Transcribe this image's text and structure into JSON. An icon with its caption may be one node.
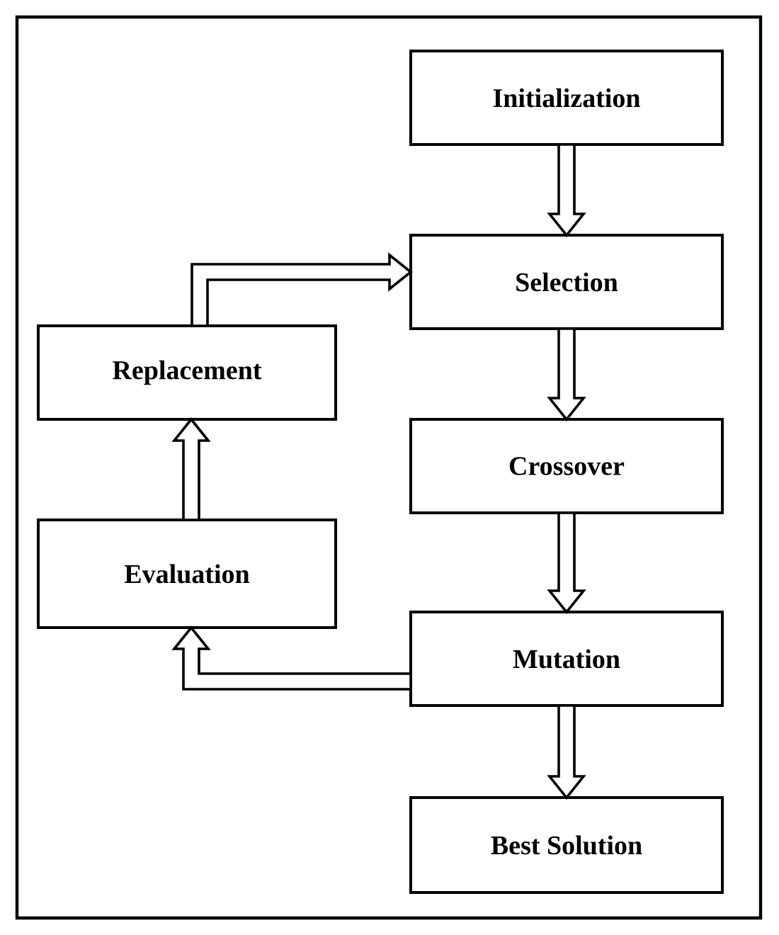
{
  "diagram": {
    "nodes": [
      {
        "text": [
          "Initialization"
        ]
      },
      {
        "text": [
          "Selection"
        ]
      },
      {
        "text": [
          "Crossover"
        ]
      },
      {
        "text": [
          "Mutation"
        ]
      },
      {
        "text": [
          "Best Solution"
        ]
      },
      {
        "text": [
          "Replacement"
        ]
      },
      {
        "text": [
          "Evaluation"
        ]
      }
    ],
    "edges": [
      {
        "from": 0,
        "to": 1,
        "arrow": "to"
      },
      {
        "from": 1,
        "to": 2,
        "arrow": "to"
      },
      {
        "from": 2,
        "to": 3,
        "arrow": "to"
      },
      {
        "from": 3,
        "to": 4,
        "arrow": "to"
      },
      {
        "from": 3,
        "to": 6,
        "arrow": "to"
      },
      {
        "from": 6,
        "to": 5,
        "arrow": "to"
      },
      {
        "from": 5,
        "to": 1,
        "arrow": "to"
      }
    ]
  }
}
